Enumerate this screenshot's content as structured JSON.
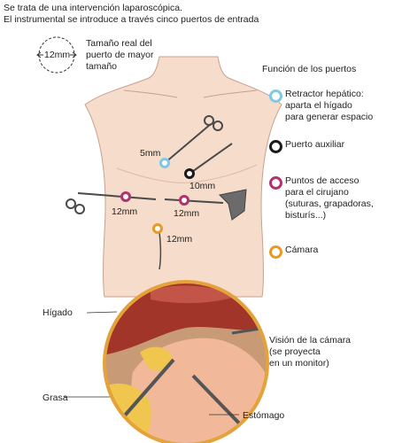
{
  "intro": {
    "line1": "Se trata de una intervención laparoscópica.",
    "line2": "El instrumental se introduce a través cinco puertos de entrada"
  },
  "scale_note": {
    "circle_label": "12mm",
    "text_lines": [
      "Tamaño real del",
      "puerto de mayor",
      "tamaño"
    ]
  },
  "legend": {
    "title": "Función de los puertos",
    "items": [
      {
        "key": "retractor",
        "color": "#7fc8e8",
        "lines": [
          "Retractor hepático:",
          "aparta el hígado",
          "para generar espacio"
        ]
      },
      {
        "key": "auxiliar",
        "color": "#1a1a1a",
        "lines": [
          "Puerto auxiliar"
        ]
      },
      {
        "key": "acceso",
        "color": "#b0336f",
        "lines": [
          "Puntos de acceso",
          "para el cirujano",
          "(suturas, grapadoras,",
          "bisturís...)"
        ]
      },
      {
        "key": "camara",
        "color": "#e79a25",
        "lines": [
          "Cámara"
        ]
      }
    ]
  },
  "ports": {
    "p5mm": "5mm",
    "p10mm": "10mm",
    "p12mm_left": "12mm",
    "p12mm_right": "12mm",
    "p12mm_camera": "12mm"
  },
  "anatomy_labels": {
    "liver": "Hígado",
    "fat": "Grasa",
    "stomach": "Estómago",
    "camera_view": [
      "Visión de la cámara",
      "(se proyecta",
      "en un monitor)"
    ]
  },
  "colors": {
    "skin": "#f6dccb",
    "skin_outline": "#c9a08f",
    "lens_ring": "#e4a23a",
    "liver": "#a2352a",
    "stomach": "#f1b89a",
    "fat": "#f0c64f",
    "instrument": "#4a4a4a"
  }
}
